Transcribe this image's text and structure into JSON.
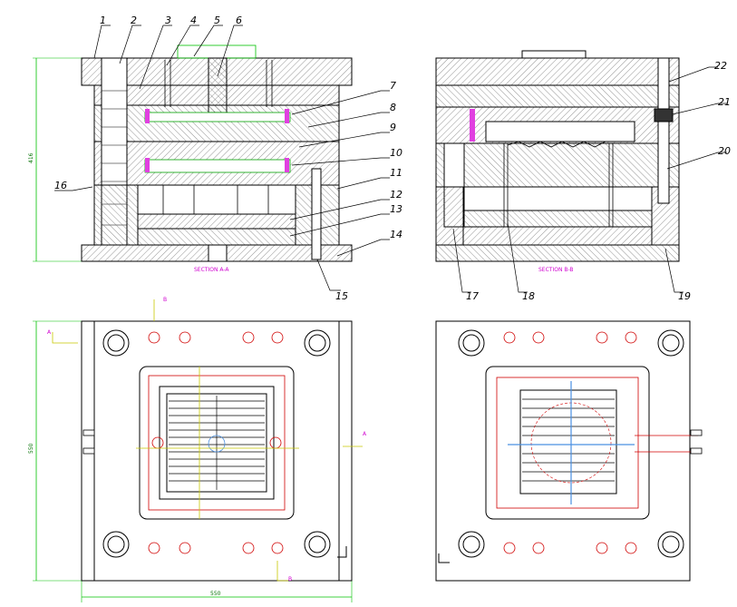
{
  "drawing": {
    "part_numbers": [
      "1",
      "2",
      "3",
      "4",
      "5",
      "6",
      "7",
      "8",
      "9",
      "10",
      "11",
      "12",
      "13",
      "14",
      "15",
      "16",
      "17",
      "18",
      "19",
      "20",
      "21",
      "22"
    ],
    "section_a_label": "SECTION A-A",
    "section_b_label": "SECTION B-B",
    "dim_height": "416",
    "dim_plan_height": "550",
    "dim_plan_width": "550",
    "cut_letter_a": "A",
    "cut_letter_b": "B"
  },
  "colors": {
    "outline": "#000000",
    "hatch": "#555555",
    "dimension": "#00c000",
    "cavity": "#00a000",
    "section_label": "#d000d0",
    "cut_line": "#c8c800",
    "cooling": "#d00000",
    "runner": "#4a90e2"
  }
}
